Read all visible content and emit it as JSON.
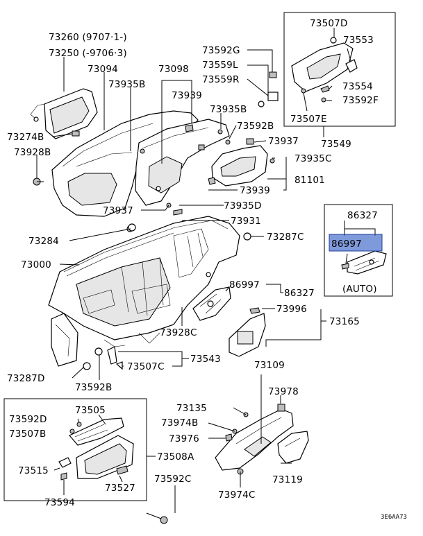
{
  "diagram_code": "3E6AA73",
  "callouts": {
    "c73260": "73260 (9707·1-)",
    "c73250": "73250 (-9706·3)",
    "c73094": "73094",
    "c73098": "73098",
    "c73935B_a": "73935B",
    "c73939_a": "73939",
    "c73274B": "73274B",
    "c73928B": "73928B",
    "c73592G": "73592G",
    "c73559L": "73559L",
    "c73559R": "73559R",
    "c73507D": "73507D",
    "c73553": "73553",
    "c73554": "73554",
    "c73592F": "73592F",
    "c73507E": "73507E",
    "c73549": "73549",
    "c73935B_b": "73935B",
    "c73592B_a": "73592B",
    "c73937_a": "73937",
    "c73935C": "73935C",
    "c81101": "81101",
    "c73939_b": "73939",
    "c73937_b": "73937",
    "c73935D": "73935D",
    "c73931": "73931",
    "c86327_a": "86327",
    "c86997_a": "86997",
    "auto_label": "(AUTO)",
    "c73284": "73284",
    "c73287C": "73287C",
    "c73000": "73000",
    "c86997_b": "86997",
    "c86327_b": "86327",
    "c73996": "73996",
    "c73165": "73165",
    "c73928C": "73928C",
    "c73543": "73543",
    "c73507C": "73507C",
    "c73287D": "73287D",
    "c73592B_b": "73592B",
    "c73109": "73109",
    "c73978": "73978",
    "c73135": "73135",
    "c73974B": "73974B",
    "c73976": "73976",
    "c73119": "73119",
    "c73974C": "73974C",
    "c73592D": "73592D",
    "c73505": "73505",
    "c73507B": "73507B",
    "c73508A": "73508A",
    "c73515": "73515",
    "c73527": "73527",
    "c73594": "73594",
    "c73592C": "73592C"
  },
  "highlight_color": "#3a64c8"
}
